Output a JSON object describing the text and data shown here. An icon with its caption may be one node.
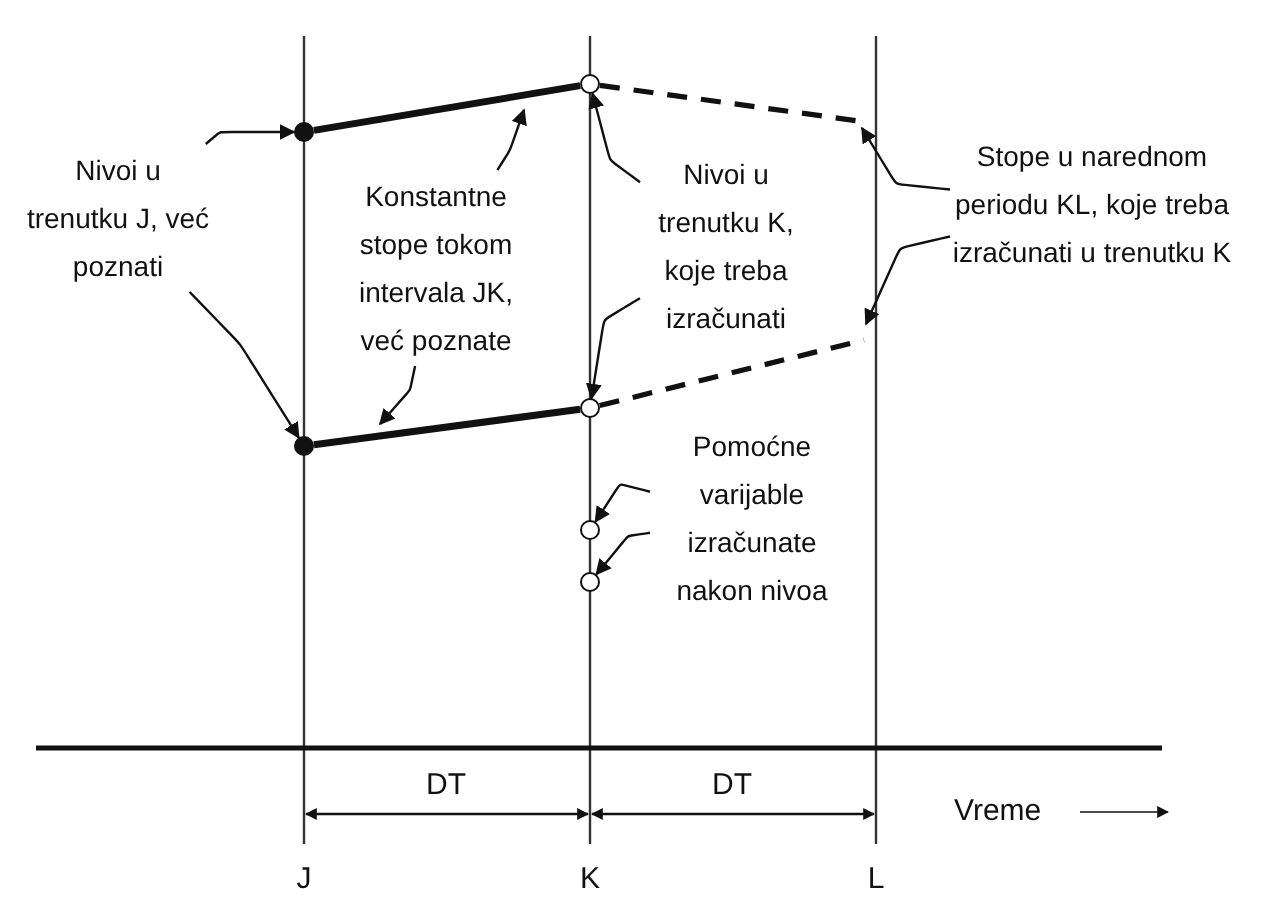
{
  "diagram": {
    "nodes": [
      {
        "text": [
          "Nivoi u trenutku J, već poznati"
        ]
      },
      {
        "text": [
          "Konstantne stope tokom intervala JK, već poznate"
        ]
      },
      {
        "text": [
          "Nivoi u trenutku K, koje treba izračunati"
        ]
      },
      {
        "text": [
          "Stope u narednom periodu KL, koje treba izračunati u trenutku K"
        ]
      },
      {
        "text": [
          "Pomoćne varijable izračunate nakon nivoa"
        ]
      },
      {
        "text": [],
        "shape": "circle"
      },
      {
        "text": [],
        "shape": "circle"
      },
      {
        "text": [],
        "shape": "circle"
      },
      {
        "text": [],
        "shape": "circle"
      },
      {
        "text": [],
        "shape": "circle"
      },
      {
        "text": [],
        "shape": "circle"
      }
    ],
    "edges": [
      {
        "from": 5,
        "to": 7,
        "arrow": "none",
        "style": "thick"
      },
      {
        "from": 6,
        "to": 8,
        "arrow": "none",
        "style": "thick"
      },
      {
        "from": 7,
        "to": null,
        "arrow": "none",
        "style": "dashed"
      },
      {
        "from": 8,
        "to": null,
        "arrow": "none",
        "style": "dashed"
      },
      {
        "from": 0,
        "to": 5,
        "arrow": "to"
      },
      {
        "from": 0,
        "to": 6,
        "arrow": "to"
      },
      {
        "from": 1,
        "to": null,
        "arrow": "to"
      },
      {
        "from": 1,
        "to": null,
        "arrow": "to"
      },
      {
        "from": 2,
        "to": 7,
        "arrow": "to"
      },
      {
        "from": 2,
        "to": 8,
        "arrow": "to"
      },
      {
        "from": 3,
        "to": null,
        "arrow": "to"
      },
      {
        "from": 3,
        "to": null,
        "arrow": "to"
      },
      {
        "from": 4,
        "to": 9,
        "arrow": "to"
      },
      {
        "from": 4,
        "to": 10,
        "arrow": "to"
      }
    ],
    "labels": [
      "DT",
      "DT",
      "Vreme",
      "J",
      "K",
      "L"
    ]
  }
}
